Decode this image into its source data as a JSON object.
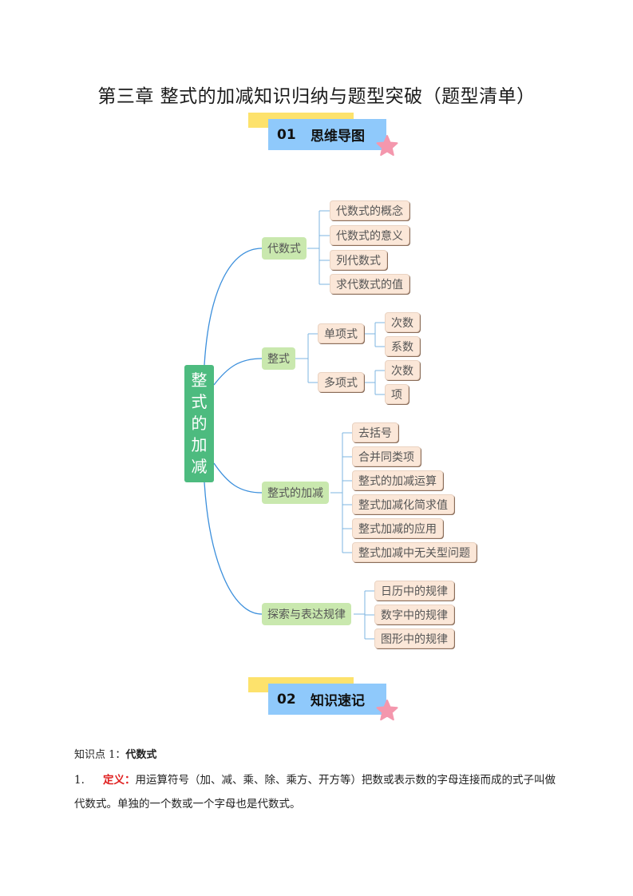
{
  "document": {
    "title": "第三章 整式的加减知识归纳与题型突破（题型清单）"
  },
  "banners": [
    {
      "number": "01",
      "label": "思维导图"
    },
    {
      "number": "02",
      "label": "知识速记"
    }
  ],
  "mindmap": {
    "root": [
      "整",
      "式",
      "的",
      "加",
      "减"
    ],
    "branches": [
      {
        "label": "代数式",
        "children": [
          "代数式的概念",
          "代数式的意义",
          "列代数式",
          "求代数式的值"
        ]
      },
      {
        "label": "整式",
        "children": [
          {
            "label": "单项式",
            "children": [
              "次数",
              "系数"
            ]
          },
          {
            "label": "多项式",
            "children": [
              "次数",
              "项"
            ]
          }
        ]
      },
      {
        "label": "整式的加减",
        "children": [
          "去括号",
          "合并同类项",
          "整式的加减运算",
          "整式加减化简求值",
          "整式加减的应用",
          "整式加减中无关型问题"
        ]
      },
      {
        "label": "探索与表达规律",
        "children": [
          "日历中的规律",
          "数字中的规律",
          "图形中的规律"
        ]
      }
    ]
  },
  "knowledge": {
    "section_prefix": "知识点 1：",
    "section_title": "代数式",
    "item_number": "1.",
    "keyword": "定义：",
    "line1": "用运算符号（加、减、乘、除、乘方、开方等）把数或表示数的字母连接而成的式子叫做",
    "line2": "代数式。单独的一个数或一个字母也是代数式。"
  },
  "colors": {
    "root": "#4dbb7f",
    "branch": "#c9e8ae",
    "leaf": "#fbe7d8",
    "connector": "#3b8fdc",
    "banner_yellow": "#fde26c",
    "banner_blue": "#8fc9fb",
    "star": "#f497ad",
    "keyword": "#e02020"
  }
}
